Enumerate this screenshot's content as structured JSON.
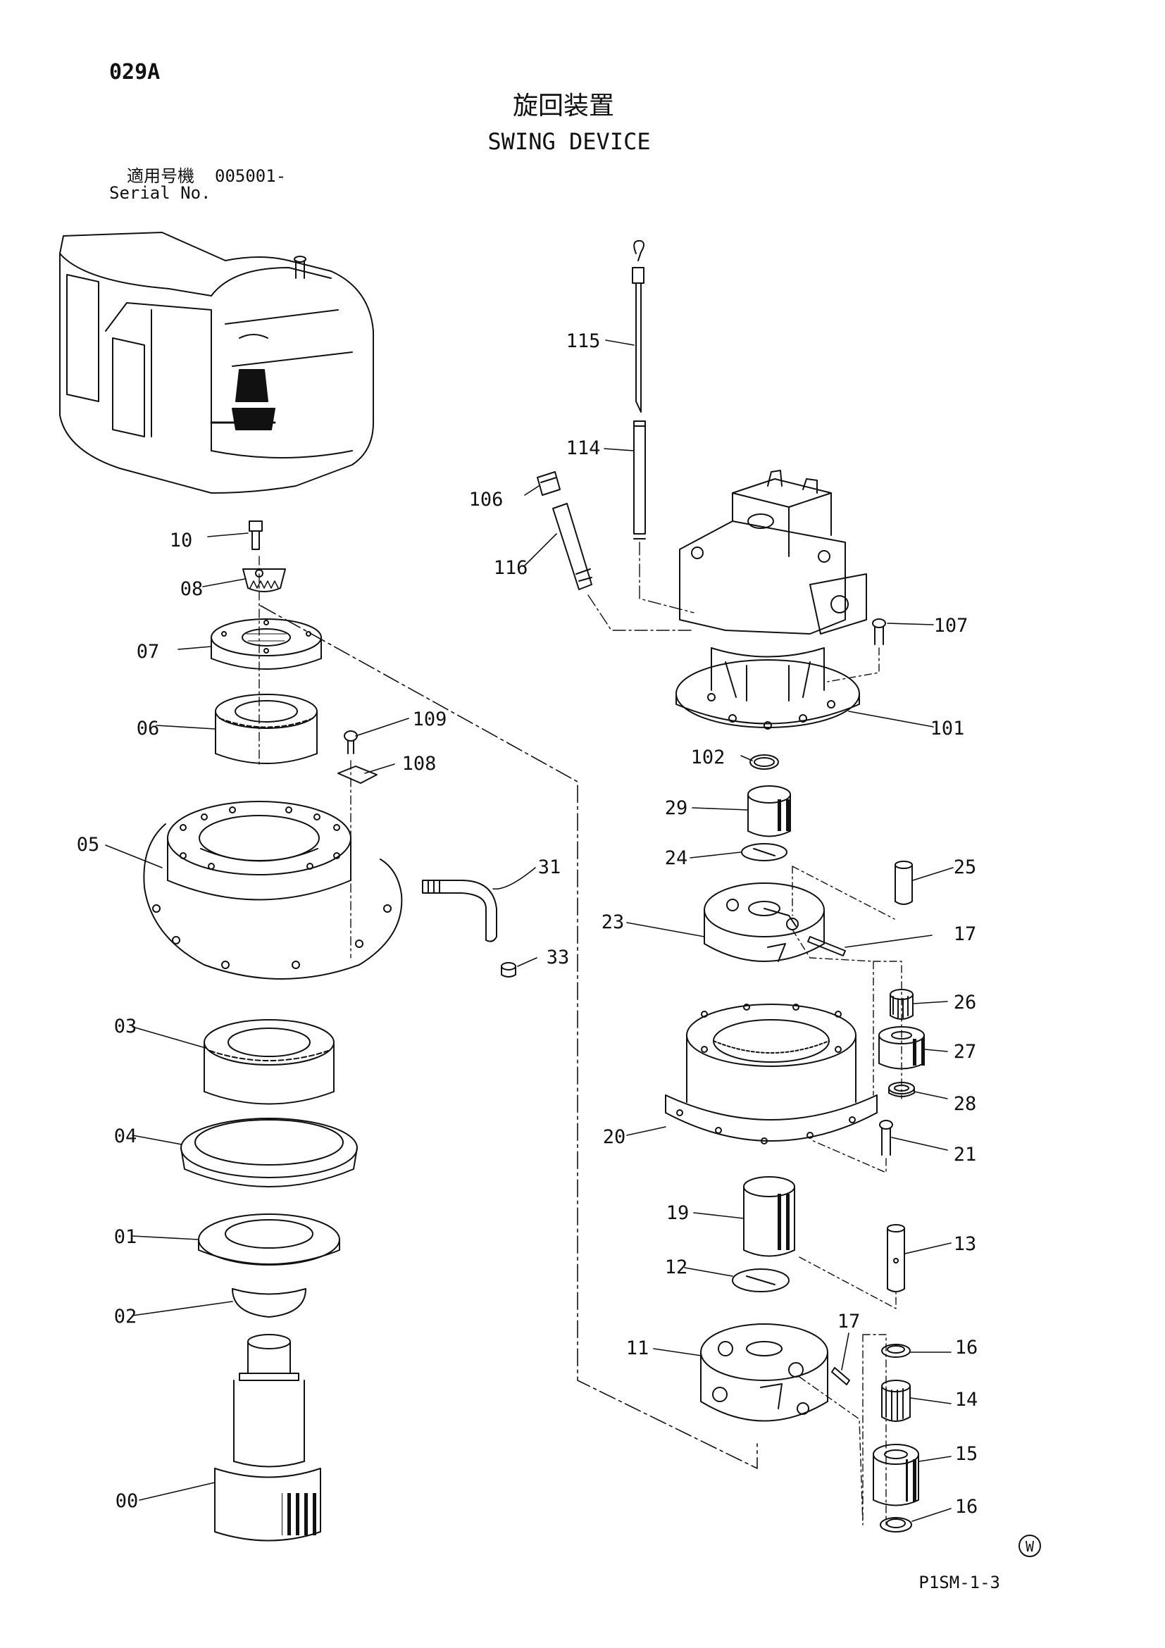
{
  "header": {
    "page_code": "029A",
    "title_jp": "旋回装置",
    "title_en": "SWING DEVICE",
    "serial_label_jp": "適用号機",
    "serial_value": "005001-",
    "serial_label_en": "Serial No."
  },
  "footer": {
    "drawing_code": "P1SM-1-3",
    "marker": "W"
  },
  "parts": {
    "p00": "00",
    "p01": "01",
    "p02": "02",
    "p03": "03",
    "p04": "04",
    "p05": "05",
    "p06": "06",
    "p07": "07",
    "p08": "08",
    "p10": "10",
    "p11": "11",
    "p12": "12",
    "p13": "13",
    "p14": "14",
    "p15": "15",
    "p16": "16",
    "p17": "17",
    "p19": "19",
    "p20": "20",
    "p21": "21",
    "p23": "23",
    "p24": "24",
    "p25": "25",
    "p26": "26",
    "p27": "27",
    "p28": "28",
    "p29": "29",
    "p31": "31",
    "p33": "33",
    "p101": "101",
    "p102": "102",
    "p106": "106",
    "p107": "107",
    "p108": "108",
    "p109": "109",
    "p114": "114",
    "p115": "115",
    "p116": "116"
  }
}
